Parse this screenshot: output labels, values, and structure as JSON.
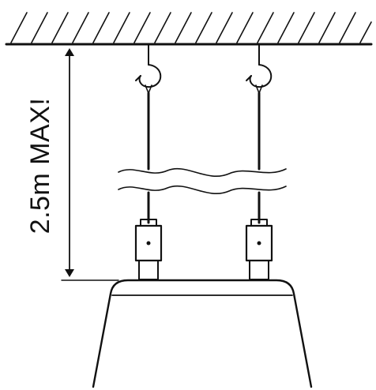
{
  "dimension": {
    "label": "2.5m MAX!"
  },
  "colors": {
    "ink": "#111111",
    "background": "#ffffff"
  },
  "parts": {
    "ceiling_icon": "hatched-ceiling",
    "hook_icon": "ceiling-hook",
    "wire_icon": "suspension-wire",
    "clamp_icon": "wire-gripper",
    "fixture_icon": "light-fixture"
  }
}
